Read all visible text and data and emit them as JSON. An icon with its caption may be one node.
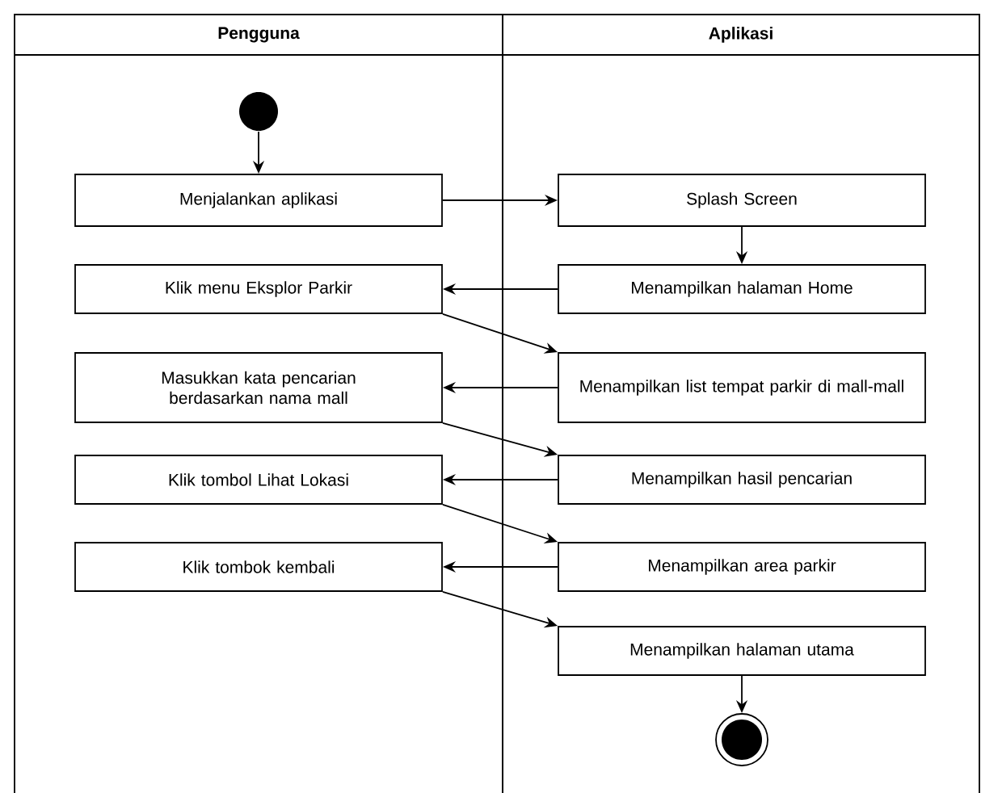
{
  "diagram": {
    "nodes": [
      {
        "text": [
          "Pengguna"
        ]
      },
      {
        "text": [
          "Aplikasi"
        ]
      },
      {
        "text": [],
        "shape": "circle",
        "in": 0
      },
      {
        "text": [
          "Menjalankan aplikasi"
        ],
        "in": 0
      },
      {
        "text": [
          "Splash Screen"
        ],
        "in": 1
      },
      {
        "text": [
          "Klik menu Eksplor Parkir"
        ],
        "in": 0
      },
      {
        "text": [
          "Menampilkan halaman Home"
        ],
        "in": 1
      },
      {
        "text": [
          "Masukkan kata pencarian berdasarkan nama mall"
        ],
        "in": 0
      },
      {
        "text": [
          "Menampilkan list tempat parkir di mall-mall"
        ],
        "in": 1
      },
      {
        "text": [
          "Klik tombol Lihat Lokasi"
        ],
        "in": 0
      },
      {
        "text": [
          "Menampilkan hasil pencarian"
        ],
        "in": 1
      },
      {
        "text": [
          "Klik tombok kembali"
        ],
        "in": 0
      },
      {
        "text": [
          "Menampilkan area parkir"
        ],
        "in": 1
      },
      {
        "text": [
          "Menampilkan halaman utama"
        ],
        "in": 1
      },
      {
        "text": [],
        "shape": "bullseye",
        "in": 1
      }
    ],
    "edges": [
      {
        "from": 2,
        "to": 3,
        "arrow": "to"
      },
      {
        "from": 3,
        "to": 4,
        "arrow": "to"
      },
      {
        "from": 4,
        "to": 6,
        "arrow": "to"
      },
      {
        "from": 6,
        "to": 5,
        "arrow": "to"
      },
      {
        "from": 5,
        "to": 8,
        "arrow": "to"
      },
      {
        "from": 8,
        "to": 7,
        "arrow": "to"
      },
      {
        "from": 7,
        "to": 10,
        "arrow": "to"
      },
      {
        "from": 10,
        "to": 9,
        "arrow": "to"
      },
      {
        "from": 9,
        "to": 12,
        "arrow": "to"
      },
      {
        "from": 12,
        "to": 11,
        "arrow": "to"
      },
      {
        "from": 11,
        "to": 13,
        "arrow": "to"
      },
      {
        "from": 13,
        "to": 14,
        "arrow": "to"
      }
    ]
  }
}
